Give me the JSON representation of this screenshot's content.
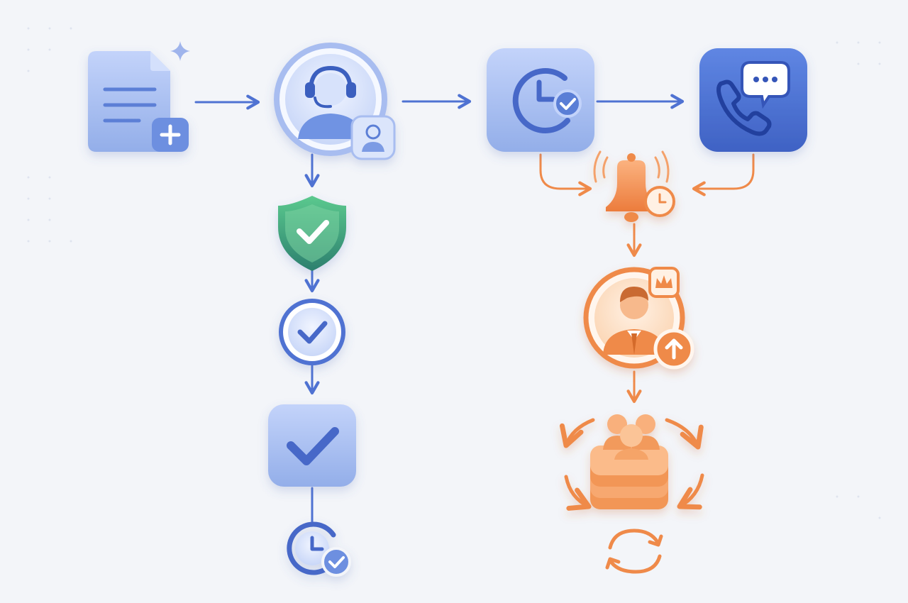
{
  "diagram": {
    "nodes": [
      {
        "id": "new-ticket",
        "icon": "document-plus-icon",
        "kind": "tile"
      },
      {
        "id": "support-agent",
        "icon": "headset-agent-icon",
        "kind": "circle"
      },
      {
        "id": "sla-timer",
        "icon": "clock-check-icon",
        "kind": "tile"
      },
      {
        "id": "customer-contact",
        "icon": "phone-chat-icon",
        "kind": "tile"
      },
      {
        "id": "verification",
        "icon": "shield-check-icon",
        "kind": "shield"
      },
      {
        "id": "approved",
        "icon": "check-circle-icon",
        "kind": "circle"
      },
      {
        "id": "resolved",
        "icon": "check-square-icon",
        "kind": "tile"
      },
      {
        "id": "closed-on-time",
        "icon": "clock-check-icon",
        "kind": "circle"
      },
      {
        "id": "sla-alert",
        "icon": "bell-clock-icon",
        "kind": "alert"
      },
      {
        "id": "escalation-manager",
        "icon": "manager-crown-icon",
        "kind": "circle"
      },
      {
        "id": "team-rotation",
        "icon": "team-stack-icon",
        "kind": "stack"
      },
      {
        "id": "reassign-loop",
        "icon": "refresh-icon",
        "kind": "loop"
      }
    ],
    "edges": [
      {
        "from": "new-ticket",
        "to": "support-agent"
      },
      {
        "from": "support-agent",
        "to": "sla-timer"
      },
      {
        "from": "sla-timer",
        "to": "customer-contact"
      },
      {
        "from": "support-agent",
        "to": "verification"
      },
      {
        "from": "verification",
        "to": "approved"
      },
      {
        "from": "approved",
        "to": "resolved"
      },
      {
        "from": "resolved",
        "to": "closed-on-time"
      },
      {
        "from": "sla-timer",
        "to": "sla-alert"
      },
      {
        "from": "customer-contact",
        "to": "sla-alert"
      },
      {
        "from": "sla-alert",
        "to": "escalation-manager"
      },
      {
        "from": "escalation-manager",
        "to": "team-rotation"
      }
    ],
    "colors": {
      "background": "#f3f5f9",
      "blue_light": "#a9bdee",
      "blue_mid": "#6c8fe0",
      "blue_dark": "#4568c8",
      "green": "#3aa372",
      "green_light": "#8fdcb0",
      "orange": "#ef8a4a",
      "orange_light": "#f9c49c",
      "white": "#ffffff"
    }
  }
}
